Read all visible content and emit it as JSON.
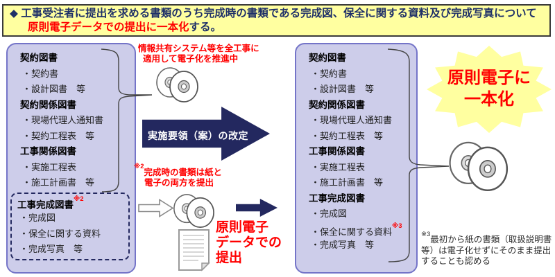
{
  "header": {
    "bullet": "◆",
    "line1": "工事受注者に提出を求める書類のうち完成時の書類である完成図、保全に関する資料及び完成写真について",
    "highlight": "原則電子データでの提出に一本化",
    "tail": "する。"
  },
  "left_box": {
    "groups": [
      {
        "title": "契約図書",
        "items": [
          "・契約書",
          "・設計図書　等"
        ]
      },
      {
        "title": "契約関係図書",
        "items": [
          "・現場代理人通知書",
          "・契約工程表　等"
        ]
      },
      {
        "title": "工事関係図書",
        "items": [
          "・実施工程表",
          "・施工計画書　等"
        ]
      }
    ],
    "completed": {
      "title": "工事完成図書",
      "sup": "※2",
      "items": [
        "・完成図",
        "・保全に関する資料",
        "・完成写真　等"
      ]
    }
  },
  "middle": {
    "note_top": {
      "line1": "情報共有システム等を全工事に",
      "line2": "適用して電子化を推進中"
    },
    "arrow_label": "実施要領（案）の改定",
    "note_mid": {
      "sup": "※2",
      "line1": "完成時の書類は紙と",
      "line2": "電子の両方を提出"
    },
    "red_label": {
      "line1": "原則電子",
      "line2": "データでの",
      "line3": "提出"
    }
  },
  "right_box": {
    "groups": [
      {
        "title": "契約図書",
        "items": [
          "・契約書",
          "・設計図書　等"
        ]
      },
      {
        "title": "契約関係図書",
        "items": [
          "・現場代理人通知書",
          "・契約工程表　等"
        ]
      },
      {
        "title": "工事関係図書",
        "items": [
          "・実施工程表",
          "・施工計画書　等"
        ]
      },
      {
        "title": "工事完成図書",
        "items": [
          "・完成図",
          "・保全に関する資料",
          "・完成写真　等"
        ]
      }
    ],
    "hozen_sup": "※3"
  },
  "badge": {
    "line1": "原則電子に",
    "line2": "一本化"
  },
  "note3": {
    "sup": "※3",
    "text": "最初から紙の書類（取扱説明書等）は電子化せずにそのまま提出することも認める"
  },
  "icons": {
    "cd": "cd-disc-icon",
    "paper": "paper-document-icon",
    "arrow": "right-arrow-icon"
  },
  "colors": {
    "red": "#ff0000",
    "navy": "#23285f",
    "header_text": "#1f3068",
    "box_fill": "#cdcdea",
    "box_border": "#7474c8",
    "yellow": "#ffffa0"
  }
}
